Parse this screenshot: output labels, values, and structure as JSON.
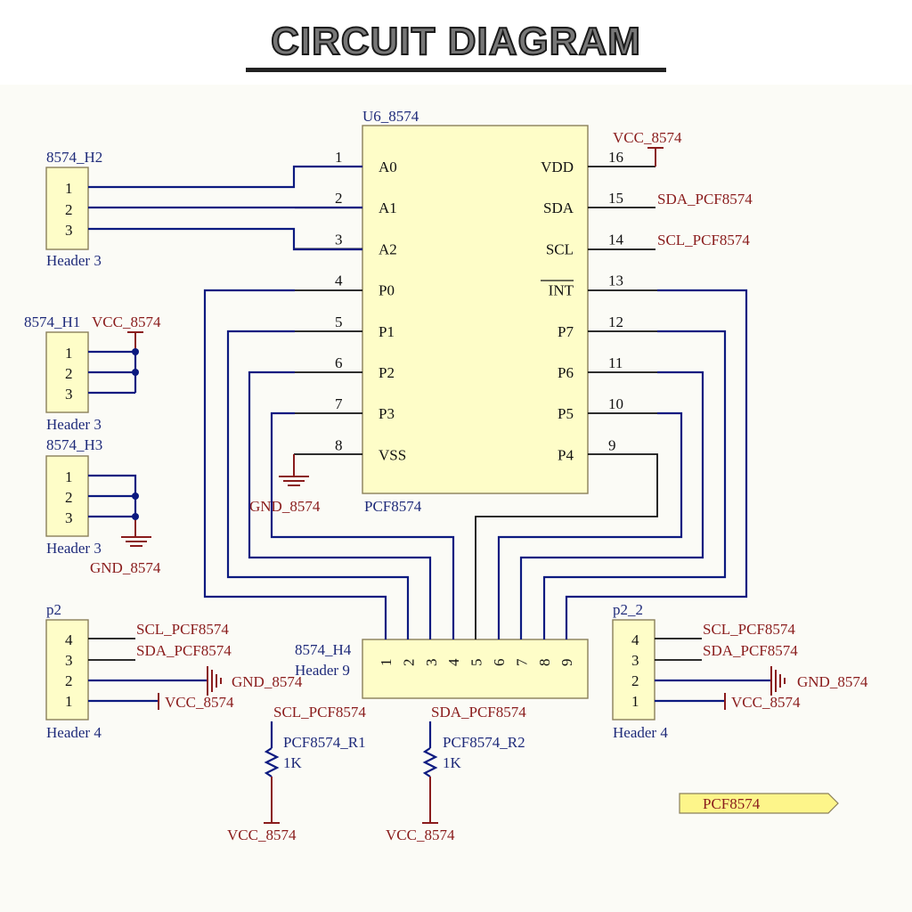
{
  "title": "CIRCUIT DIAGRAM",
  "ic": {
    "designator": "U6_8574",
    "part": "PCF8574",
    "left_pins": [
      {
        "num": "1",
        "name": "A0"
      },
      {
        "num": "2",
        "name": "A1"
      },
      {
        "num": "3",
        "name": "A2"
      },
      {
        "num": "4",
        "name": "P0"
      },
      {
        "num": "5",
        "name": "P1"
      },
      {
        "num": "6",
        "name": "P2"
      },
      {
        "num": "7",
        "name": "P3"
      },
      {
        "num": "8",
        "name": "VSS"
      }
    ],
    "right_pins": [
      {
        "num": "16",
        "name": "VDD"
      },
      {
        "num": "15",
        "name": "SDA"
      },
      {
        "num": "14",
        "name": "SCL"
      },
      {
        "num": "13",
        "name": "INT"
      },
      {
        "num": "12",
        "name": "P7"
      },
      {
        "num": "11",
        "name": "P6"
      },
      {
        "num": "10",
        "name": "P5"
      },
      {
        "num": "9",
        "name": "P4"
      }
    ]
  },
  "nets": {
    "vcc": "VCC_8574",
    "gnd": "GND_8574",
    "sda": "SDA_PCF8574",
    "scl": "SCL_PCF8574"
  },
  "headers": {
    "h2": {
      "designator": "8574_H2",
      "type": "Header 3",
      "pins": [
        "1",
        "2",
        "3"
      ]
    },
    "h1": {
      "designator": "8574_H1",
      "type": "Header 3",
      "pins": [
        "1",
        "2",
        "3"
      ]
    },
    "h3": {
      "designator": "8574_H3",
      "type": "Header 3",
      "pins": [
        "1",
        "2",
        "3"
      ]
    },
    "p2": {
      "designator": "p2",
      "type": "Header 4",
      "pins": [
        "4",
        "3",
        "2",
        "1"
      ]
    },
    "p2_2": {
      "designator": "p2_2",
      "type": "Header 4",
      "pins": [
        "4",
        "3",
        "2",
        "1"
      ]
    },
    "h4": {
      "designator": "8574_H4",
      "type": "Header 9",
      "pins": [
        "1",
        "2",
        "3",
        "4",
        "5",
        "6",
        "7",
        "8",
        "9"
      ]
    }
  },
  "resistors": [
    {
      "designator": "PCF8574_R1",
      "value": "1K"
    },
    {
      "designator": "PCF8574_R2",
      "value": "1K"
    }
  ],
  "port": {
    "label": "PCF8574"
  }
}
